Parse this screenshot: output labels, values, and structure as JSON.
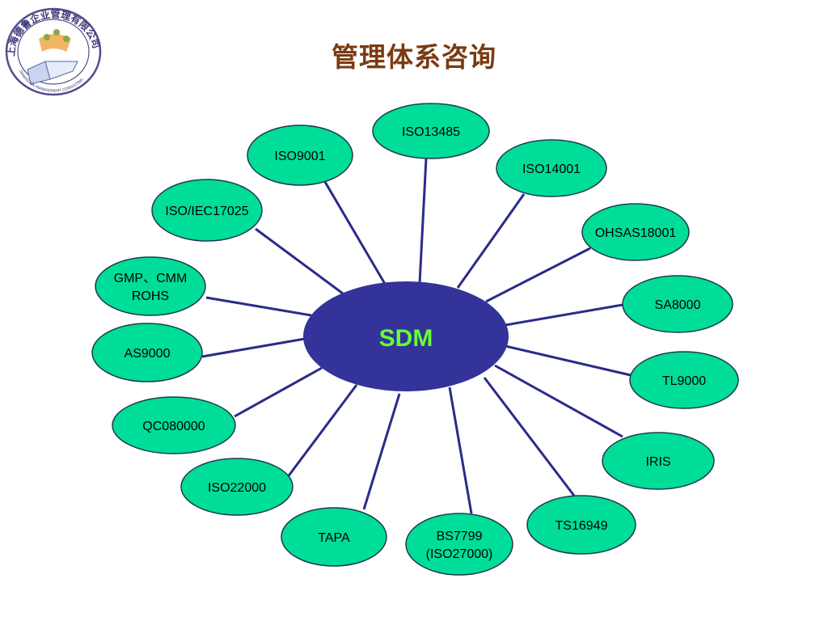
{
  "title": "管理体系咨询",
  "logo": {
    "text_cn": "上海德鲁企业管理有限公司",
    "text_en": "DANDELION MANAGEMENT CONSULTING"
  },
  "colors": {
    "hub_fill": "#333399",
    "hub_text": "#66ff33",
    "node_fill": "#00dd99",
    "node_stroke": "#1f3a4d",
    "connector": "#2b2b8a",
    "title": "#7a3b12"
  },
  "hub": {
    "label": "SDM"
  },
  "nodes": [
    {
      "id": "iso13485",
      "lines": [
        "ISO13485"
      ]
    },
    {
      "id": "iso14001",
      "lines": [
        "ISO14001"
      ]
    },
    {
      "id": "ohsas18001",
      "lines": [
        "OHSAS18001"
      ]
    },
    {
      "id": "sa8000",
      "lines": [
        "SA8000"
      ]
    },
    {
      "id": "tl9000",
      "lines": [
        "TL9000"
      ]
    },
    {
      "id": "iris",
      "lines": [
        "IRIS"
      ]
    },
    {
      "id": "ts16949",
      "lines": [
        "TS16949"
      ]
    },
    {
      "id": "bs7799",
      "lines": [
        "BS7799",
        "(ISO27000)"
      ]
    },
    {
      "id": "tapa",
      "lines": [
        "TAPA"
      ]
    },
    {
      "id": "iso22000",
      "lines": [
        "ISO22000"
      ]
    },
    {
      "id": "qc080000",
      "lines": [
        "QC080000"
      ]
    },
    {
      "id": "as9000",
      "lines": [
        "AS9000"
      ]
    },
    {
      "id": "gmp-cmm-rohs",
      "lines": [
        "GMP、CMM",
        "ROHS"
      ]
    },
    {
      "id": "iso-iec17025",
      "lines": [
        "ISO/IEC17025"
      ]
    },
    {
      "id": "iso9001",
      "lines": [
        "ISO9001"
      ]
    }
  ]
}
